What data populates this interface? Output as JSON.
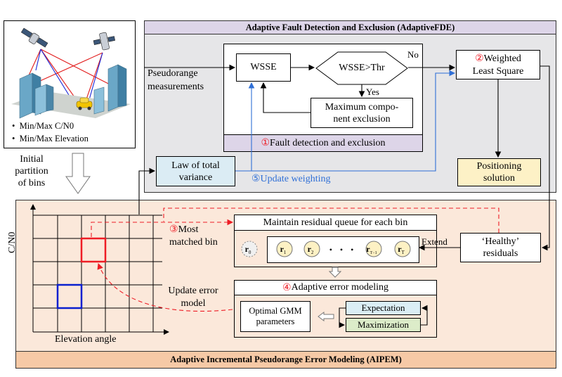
{
  "scenario": {
    "bullets": [
      "Min/Max C/N0",
      "Min/Max Elevation"
    ]
  },
  "partition": {
    "label_lines": [
      "Initial",
      "partition",
      "of bins"
    ]
  },
  "fde": {
    "title": "Adaptive Fault Detection and Exclusion (AdaptiveFDE)",
    "pseudorange_lines": [
      "Pseudorange",
      "measurements"
    ],
    "wsse": "WSSE",
    "decision": "WSSE>Thr",
    "no_label": "No",
    "yes_label": "Yes",
    "exclusion_lines": [
      "Maximum compo-",
      "nent exclusion"
    ],
    "fault_number": "①",
    "fault_label": "Fault detection and exclusion",
    "wls_number": "②",
    "wls_line1": "Weighted",
    "wls_line2": "Least Square",
    "variance_lines": [
      "Law of total",
      "variance"
    ],
    "update_weighting": "⑤Update weighting",
    "positioning_lines": [
      "Positioning",
      "solution"
    ]
  },
  "aipem": {
    "title": "Adaptive Incremental Pseudorange Error Modeling (AIPEM)",
    "grid_ylabel": "C/N0",
    "grid_xlabel": "Elevation angle",
    "matched_number": "③",
    "matched_line1": "Most",
    "matched_line2": "matched bin",
    "update_model_lines": [
      "Update error",
      "model"
    ],
    "queue_title": "Maintain residual queue for each bin",
    "extend_label": "Extend",
    "healthy_lines": [
      "‘Healthy’",
      "residuals"
    ],
    "residuals": [
      {
        "base": "r",
        "sub": "0"
      },
      {
        "base": "r",
        "sub": "1"
      },
      {
        "base": "r",
        "sub": "2"
      },
      {
        "base": "r",
        "sub": "T−1"
      },
      {
        "base": "r",
        "sub": "T"
      }
    ],
    "dots": "• • •",
    "modeling_number": "④",
    "modeling_title": "Adaptive error modeling",
    "gmm_lines": [
      "Optimal GMM",
      "parameters"
    ],
    "expectation": "Expectation",
    "maximization": "Maximization"
  },
  "colors": {
    "fde_bg": "#e6e6e8",
    "fde_title_bg": "#ddd5e8",
    "aipem_bg": "#fbe8da",
    "aipem_title_bg": "#f6c9a6",
    "variance_bg": "#dbecf4",
    "positioning_bg": "#fdf1c6",
    "expectation_bg": "#dbeef5",
    "maximization_bg": "#dcecc9",
    "residual_fill": "#fdf1c4",
    "accent_red": "#ee1c25",
    "accent_blue": "#2f6fd6",
    "bin_blue": "#0a1fcf"
  }
}
